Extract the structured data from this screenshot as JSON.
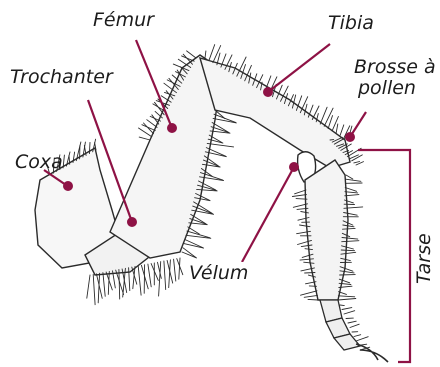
{
  "labels": {
    "femur": "Fémur",
    "tibia": "Tibia",
    "brosse_line1": "Brosse à",
    "brosse_line2": "pollen",
    "trochanter": "Trochanter",
    "coxa": "Coxa",
    "velum": "Vélum",
    "tarse": "Tarse"
  },
  "colors": {
    "leader": "#8e1245",
    "dot": "#8e1245",
    "ink": "#1c1c1c",
    "hair": "#2b2b2b",
    "label_bg": "#ffffff"
  }
}
